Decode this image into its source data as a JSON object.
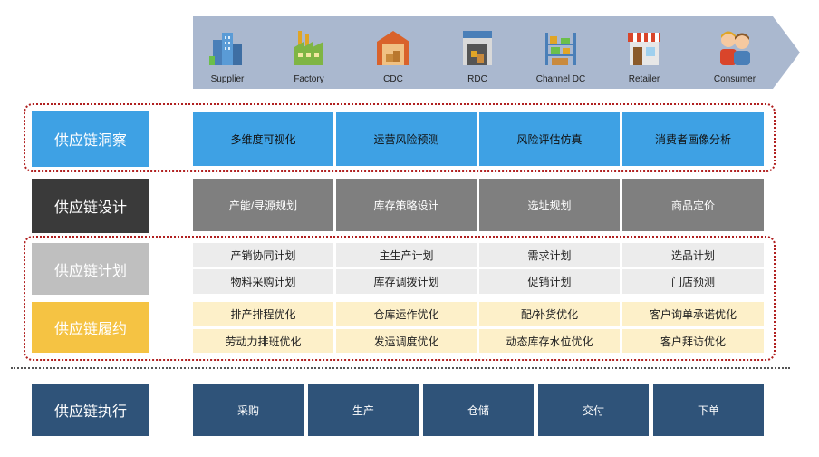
{
  "banner": {
    "stages": [
      {
        "label": "Supplier",
        "icon": "supplier-building-icon"
      },
      {
        "label": "Factory",
        "icon": "factory-icon"
      },
      {
        "label": "CDC",
        "icon": "warehouse-icon"
      },
      {
        "label": "RDC",
        "icon": "distribution-center-icon"
      },
      {
        "label": "Channel DC",
        "icon": "shelving-icon"
      },
      {
        "label": "Retailer",
        "icon": "store-icon"
      },
      {
        "label": "Consumer",
        "icon": "people-icon"
      }
    ]
  },
  "rows": {
    "insight": {
      "label": "供应链洞察",
      "items": [
        "多维度可视化",
        "运营风险预测",
        "风险评估仿真",
        "消费者画像分析"
      ]
    },
    "design": {
      "label": "供应链设计",
      "items": [
        "产能/寻源规划",
        "库存策略设计",
        "选址规划",
        "商品定价"
      ]
    },
    "plan": {
      "label": "供应链计划",
      "items": [
        "产销协同计划",
        "主生产计划",
        "需求计划",
        "选品计划",
        "物料采购计划",
        "库存调拨计划",
        "促销计划",
        "门店预测"
      ]
    },
    "fulfil": {
      "label": "供应链履约",
      "items": [
        "排产排程优化",
        "仓库运作优化",
        "配/补货优化",
        "客户询单承诺优化",
        "劳动力排班优化",
        "发运调度优化",
        "动态库存水位优化",
        "客户拜访优化"
      ]
    },
    "exec": {
      "label": "供应链执行",
      "items": [
        "采购",
        "生产",
        "仓储",
        "交付",
        "下单"
      ]
    }
  },
  "colors": {
    "insight": "#3ea1e4",
    "design": "#7f7f7f",
    "design_label": "#3a3a3a",
    "plan_label": "#bfbfbf",
    "fulfil_label": "#f5c343",
    "exec": "#2f5379",
    "highlight_border": "#b02020",
    "banner": "#aab8cf"
  }
}
